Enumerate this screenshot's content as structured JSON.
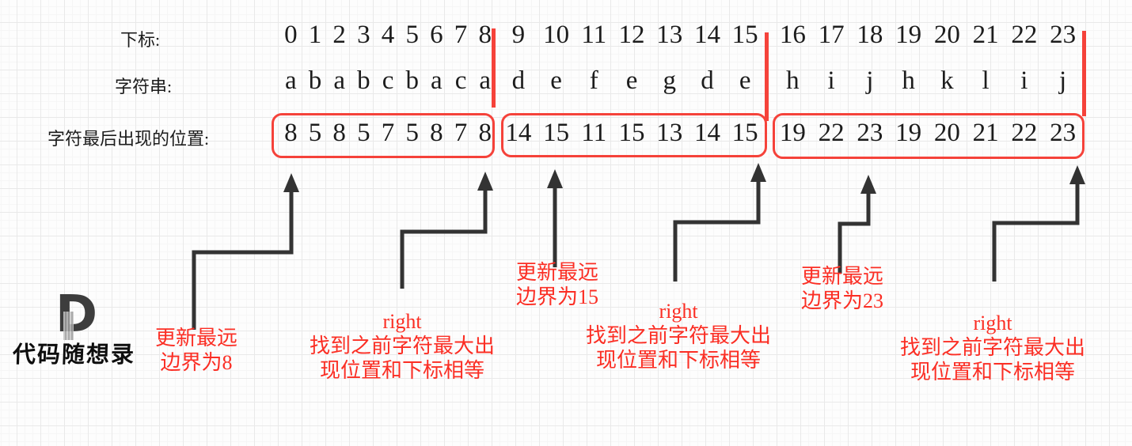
{
  "colors": {
    "red_shape": "#f5423a",
    "red_text": "#fb2e24",
    "ink": "#1c1c1c",
    "arrow": "#333333"
  },
  "labels": {
    "index": "下标:",
    "string": "字符串:",
    "last_pos": "字符最后出现的位置:"
  },
  "groups": [
    {
      "indices": [
        "0",
        "1",
        "2",
        "3",
        "4",
        "5",
        "6",
        "7",
        "8"
      ],
      "chars": [
        "a",
        "b",
        "a",
        "b",
        "c",
        "b",
        "a",
        "c",
        "a"
      ],
      "last": [
        "8",
        "5",
        "8",
        "5",
        "7",
        "5",
        "8",
        "7",
        "8"
      ]
    },
    {
      "indices": [
        "9",
        "10",
        "11",
        "12",
        "13",
        "14",
        "15"
      ],
      "chars": [
        "d",
        "e",
        "f",
        "e",
        "g",
        "d",
        "e"
      ],
      "last": [
        "14",
        "15",
        "11",
        "15",
        "13",
        "14",
        "15"
      ]
    },
    {
      "indices": [
        "16",
        "17",
        "18",
        "19",
        "20",
        "21",
        "22",
        "23"
      ],
      "chars": [
        "h",
        "i",
        "j",
        "h",
        "k",
        "l",
        "i",
        "j"
      ],
      "last": [
        "19",
        "22",
        "23",
        "19",
        "20",
        "21",
        "22",
        "23"
      ]
    }
  ],
  "annotations": [
    {
      "lines": [
        "更新最远",
        "边界为8"
      ]
    },
    {
      "lines": [
        "right",
        "找到之前字符最大出",
        "现位置和下标相等"
      ]
    },
    {
      "lines": [
        "更新最远",
        "边界为15"
      ]
    },
    {
      "lines": [
        "right",
        "找到之前字符最大出",
        "现位置和下标相等"
      ]
    },
    {
      "lines": [
        "更新最远",
        "边界为23"
      ]
    },
    {
      "lines": [
        "right",
        "找到之前字符最大出",
        "现位置和下标相等"
      ]
    }
  ],
  "logo": {
    "mark": "D",
    "title": "代码随想录"
  }
}
